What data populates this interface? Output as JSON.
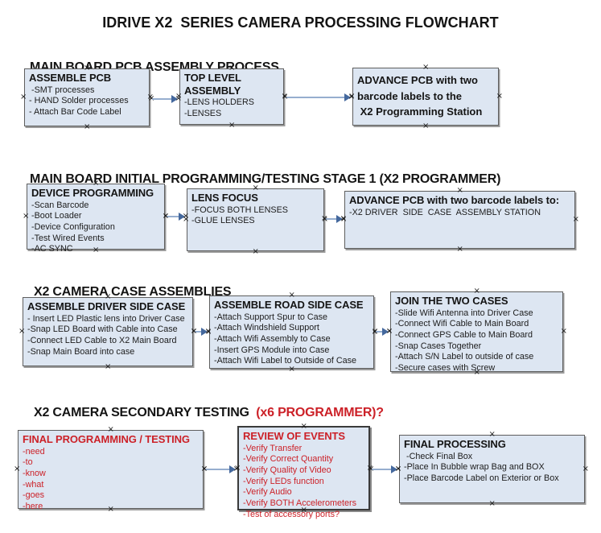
{
  "colors": {
    "box_fill": "#dde6f2",
    "box_border": "#5e5e5e",
    "red": "#cc2128",
    "text": "#141414",
    "arrow_line": "#96aecf",
    "arrow_head": "#44689d"
  },
  "icons": {
    "anchor_glyph": "×"
  },
  "title": "IDRIVE X2  SERIES CAMERA PROCESSING FLOWCHART",
  "sections": [
    {
      "heading": "MAIN BOARD PCB ASSEMBLY PROCESS",
      "heading_red": "",
      "boxes": [
        {
          "title": "ASSEMBLE PCB",
          "items": [
            " -SMT processes",
            "- HAND Solder processes",
            "- Attach Bar Code Label"
          ]
        },
        {
          "title": "TOP LEVEL ASSEMBLY",
          "items": [
            "-LENS HOLDERS",
            "-LENSES"
          ]
        },
        {
          "title": "ADVANCE PCB with two\nbarcode labels to the\n X2 Programming Station",
          "items": []
        }
      ]
    },
    {
      "heading": "MAIN BOARD INITIAL PROGRAMMING/TESTING STAGE 1 (X2 PROGRAMMER)",
      "heading_red": "",
      "boxes": [
        {
          "title": "DEVICE PROGRAMMING",
          "items": [
            "-Scan Barcode",
            "-Boot Loader",
            "-Device Configuration",
            "-Test Wired Events",
            "-AC SYNC"
          ]
        },
        {
          "title": "LENS FOCUS",
          "items": [
            "-FOCUS BOTH LENSES",
            "-GLUE LENSES"
          ]
        },
        {
          "title": "ADVANCE PCB with two barcode labels to:",
          "items": [
            "-X2 DRIVER  SIDE  CASE  ASSEMBLY STATION"
          ]
        }
      ]
    },
    {
      "heading": "X2 CAMERA CASE ASSEMBLIES",
      "heading_red": "",
      "boxes": [
        {
          "title": "ASSEMBLE DRIVER SIDE CASE",
          "items": [
            "- Insert LED Plastic lens into Driver Case",
            "-Snap LED Board with Cable into Case",
            "-Connect LED Cable to X2 Main Board",
            "-Snap Main Board into case"
          ]
        },
        {
          "title": "ASSEMBLE ROAD SIDE CASE",
          "items": [
            "-Attach Support Spur to Case",
            "-Attach Windshield Support",
            "-Attach Wifi Assembly to Case",
            "-Insert GPS Module into Case",
            "-Attach Wifi Label to Outside of Case"
          ]
        },
        {
          "title": "JOIN THE TWO CASES",
          "items": [
            "-Slide Wifi Antenna into Driver Case",
            "-Connect Wifi Cable to Main Board",
            "-Connect GPS Cable to Main Board",
            "-Snap Cases Together",
            "-Attach S/N Label to outside of case",
            "-Secure cases with Screw"
          ]
        }
      ]
    },
    {
      "heading": "X2 CAMERA SECONDARY TESTING  ",
      "heading_red": "(x6 PROGRAMMER)?",
      "boxes": [
        {
          "title": "FINAL PROGRAMMING / TESTING",
          "items": [
            "-need",
            "-to",
            "-know",
            "-what",
            "-goes",
            "-here"
          ]
        },
        {
          "title": "REVIEW OF EVENTS",
          "items": [
            "-Verify Transfer",
            "-Verify Correct Quantity",
            "-Verify Quality of Video",
            "-Verify LEDs function",
            "-Verify Audio",
            "-Verify BOTH Accelerometers",
            "-Test of accessory ports?"
          ]
        },
        {
          "title": "FINAL PROCESSING",
          "items": [
            " -Check Final Box",
            "-Place In Bubble wrap Bag and BOX",
            "-Place Barcode Label on Exterior or Box"
          ]
        }
      ]
    }
  ]
}
